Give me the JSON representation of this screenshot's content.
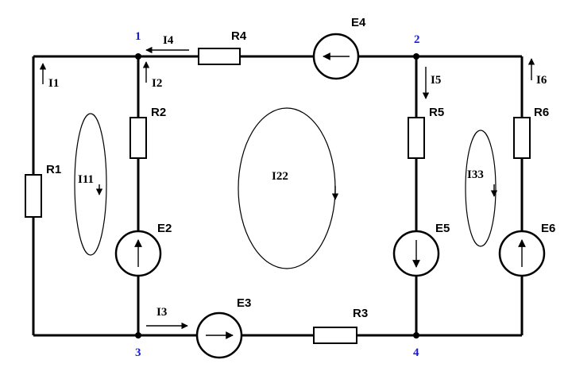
{
  "nodes": {
    "n1": "1",
    "n2": "2",
    "n3": "3",
    "n4": "4"
  },
  "resistors": {
    "r1": "R1",
    "r2": "R2",
    "r3": "R3",
    "r4": "R4",
    "r5": "R5",
    "r6": "R6"
  },
  "sources": {
    "e2": "E2",
    "e3": "E3",
    "e4": "E4",
    "e5": "E5",
    "e6": "E6"
  },
  "currents": {
    "i1": "I1",
    "i2": "I2",
    "i3": "I3",
    "i4": "I4",
    "i5": "I5",
    "i6": "I6"
  },
  "loops": {
    "l11": "I11",
    "l22": "I22",
    "l33": "I33"
  },
  "colors": {
    "wire": "#000000",
    "node_label": "#1a1adc"
  }
}
